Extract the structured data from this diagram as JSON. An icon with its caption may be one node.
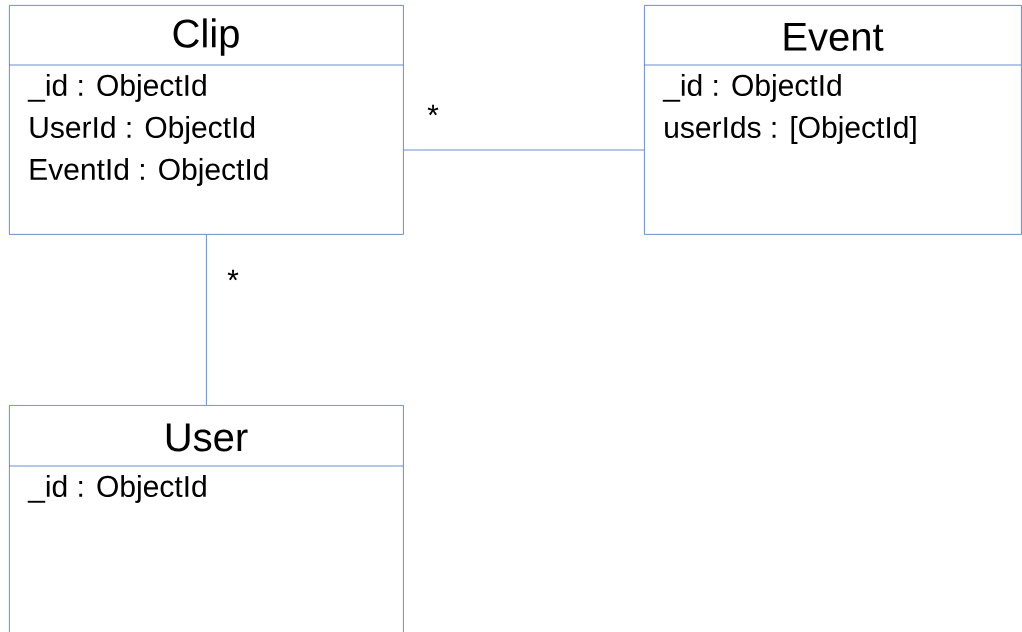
{
  "diagram": {
    "nodes": [
      {
        "text": [
          "Clip",
          "_id : ObjectId",
          "UserId : ObjectId",
          "EventId : ObjectId"
        ]
      },
      {
        "text": [
          "Event",
          "_id : ObjectId",
          "userIds : [ObjectId]"
        ]
      },
      {
        "text": [
          "User",
          "_id : ObjectId"
        ]
      }
    ],
    "edges": [
      {
        "from": 0,
        "to": 1,
        "arrow": "none",
        "label": "*"
      },
      {
        "from": 0,
        "to": 2,
        "arrow": "none",
        "label": "*"
      }
    ]
  }
}
